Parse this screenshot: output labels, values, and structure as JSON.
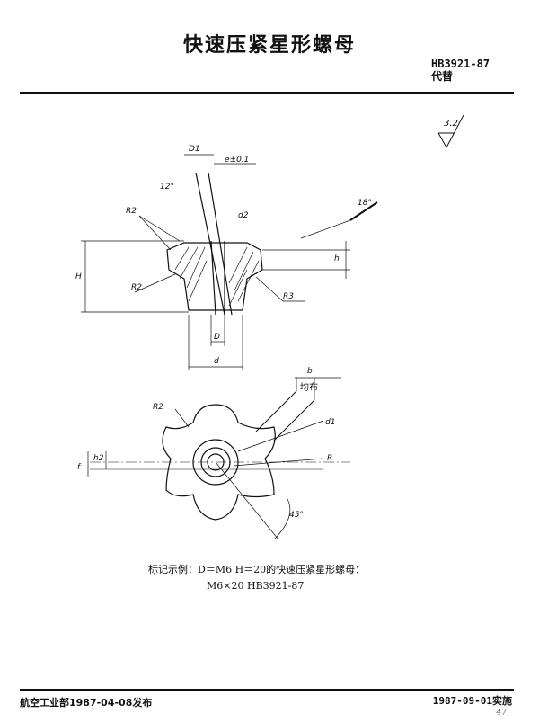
{
  "header": {
    "title": "快速压紧星形螺母",
    "standard_code": "HB3921-87",
    "replaces": "代替"
  },
  "roughness": {
    "value": "3.2"
  },
  "drawing_labels": {
    "D1": "D1",
    "tolerance": "e±0.1",
    "angle_12": "12°",
    "angle_18": "18°",
    "R2_a": "R2",
    "d2": "d2",
    "H": "H",
    "h": "h",
    "R2_b": "R2",
    "R3": "R3",
    "D": "D",
    "d": "d",
    "b": "b",
    "even": "均布",
    "R2_c": "R2",
    "d1": "d1",
    "R": "R",
    "f": "f",
    "h2": "h2",
    "angle_45": "45°"
  },
  "caption": {
    "line1": "标记示例：D＝M6  H＝20的快速压紧星形螺母：",
    "line2": "M6×20  HB3921-87"
  },
  "footer": {
    "issued": "航空工业部1987-04-08发布",
    "effective": "1987-09-01实施",
    "page": "47"
  }
}
